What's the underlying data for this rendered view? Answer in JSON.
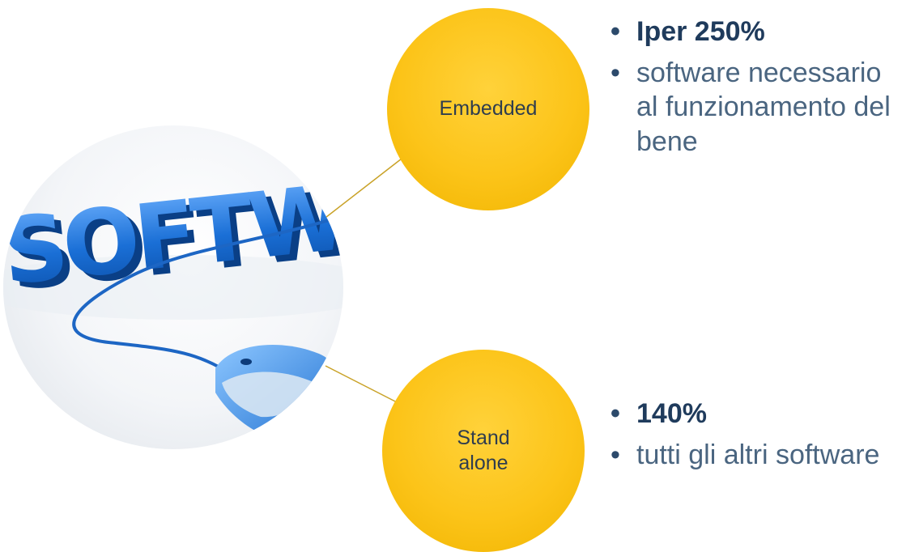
{
  "diagram": {
    "image": {
      "word": "SOFTWA",
      "icon": "computer-mouse-icon"
    },
    "colors": {
      "node_fill": "#fcc419",
      "connector": "#c9a227",
      "heading_text": "#1f3b5c",
      "body_text": "#4a6580"
    },
    "nodes": [
      {
        "label": "Embedded",
        "bullets": [
          {
            "text": "Iper 250%",
            "bold": true
          },
          {
            "text": "software necessario al funzionamento del bene",
            "bold": false
          }
        ]
      },
      {
        "label": "Stand\nalone",
        "bullets": [
          {
            "text": "140%",
            "bold": true
          },
          {
            "text": "tutti gli altri software",
            "bold": false
          }
        ]
      }
    ]
  }
}
